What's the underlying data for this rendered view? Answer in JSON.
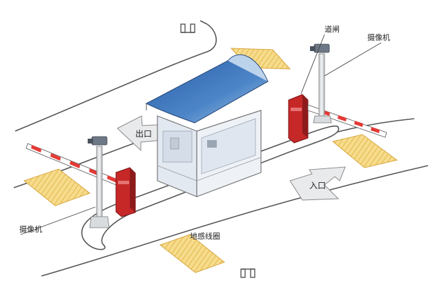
{
  "labels": {
    "barrier_gate": "道闸",
    "camera_top": "摄像机",
    "camera_left": "摄像机",
    "ground_loop": "地感线圈",
    "exit": "出口",
    "entrance": "入口"
  },
  "colors": {
    "gate_red": "#c62828",
    "roof_blue": "#3b73b9",
    "loop_yellow": "#f3d27a",
    "booth_glass": "#e7edf4",
    "line": "#555555"
  }
}
